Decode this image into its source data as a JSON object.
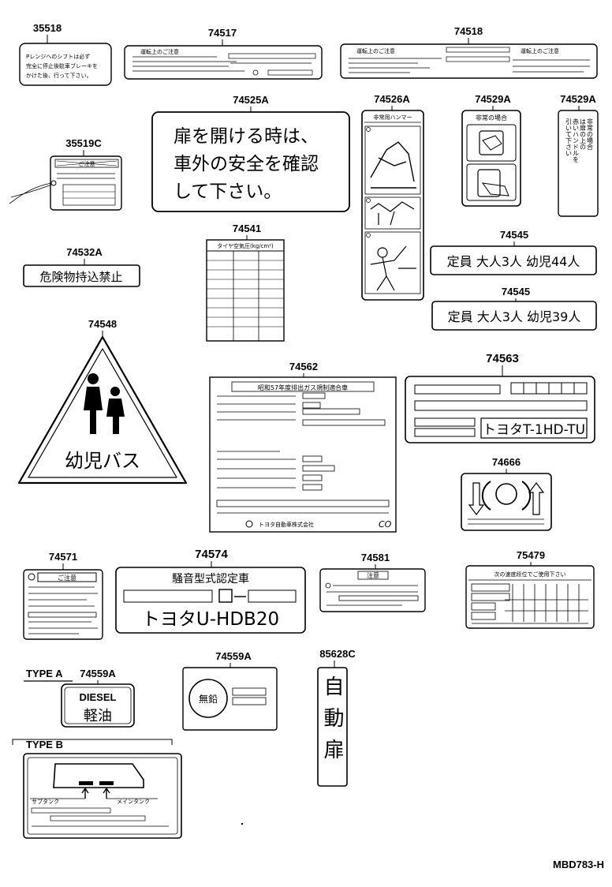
{
  "part_numbers": {
    "p35518": "35518",
    "p74517": "74517",
    "p74518": "74518",
    "p74525A": "74525A",
    "p74526A": "74526A",
    "p74529A_1": "74529A",
    "p74529A_2": "74529A",
    "p35519C": "35519C",
    "p74541": "74541",
    "p74532A": "74532A",
    "p74545_1": "74545",
    "p74545_2": "74545",
    "p74548": "74548",
    "p74562": "74562",
    "p74563": "74563",
    "p74666": "74666",
    "p74571": "74571",
    "p74574": "74574",
    "p74581": "74581",
    "p75479": "75479",
    "p74559A_1": "74559A",
    "p74559A_2": "74559A",
    "p85628C": "85628C"
  },
  "type_labels": {
    "type_a": "TYPE A",
    "type_b": "TYPE B"
  },
  "drawing_code": "MBD783-H",
  "labels": {
    "l35518_1": "Pレンジへのシフトは必ず",
    "l35518_2": "完全に停止後駐車ブレーキを",
    "l35518_3": "かけた後、行って下さい。",
    "l74517_title": "運転上のご注意",
    "l74518_title_a": "運転上のご注意",
    "l74518_title_b": "運転上のご注意",
    "l74525A_1": "扉を開ける時は、",
    "l74525A_2": "車外の安全を確認",
    "l74525A_3": "して下さい。",
    "l74526A_title": "非常用ハンマー",
    "l74529A_title": "非常の場合",
    "l74529A_v1": "非常の場合",
    "l74529A_v2": "は扉の上の",
    "l74529A_v3": "赤いハンドルを",
    "l74529A_v4": "引いて下さい",
    "l35519C_top": "ご注意",
    "l74541_title": "タイヤ空気圧(kg/cm²)",
    "l74532A": "危険物持込禁止",
    "l74545_1": "定員 大人3人 幼児44人",
    "l74545_2": "定員 大人3人 幼児39人",
    "l74548": "幼児バス",
    "l74562_title": "昭和57年度排出ガス規制適合車",
    "l74562_maker": "トヨタ自動車株式会社",
    "l74562_mark": "CO",
    "l74563_model": "トヨタT-1HD-TU",
    "l74571_title": "ご注意",
    "l74574_title": "騒音型式認定車",
    "l74574_model": "トヨタU-HDB20",
    "l74581_title": "注意",
    "l75479_title": "次の速度段位でご使用下さい",
    "l74559A_nolead": "無鉛",
    "l74559A_diesel": "DIESEL",
    "l74559A_keiyu": "軽油",
    "l85628C": "自動扉",
    "l_subtank": "サブタンク",
    "l_maintank": "メインタンク"
  }
}
